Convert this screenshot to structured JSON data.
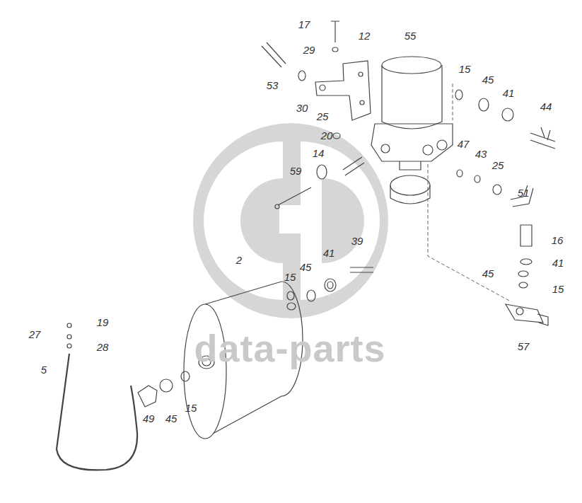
{
  "diagram": {
    "labels": [
      "17",
      "12",
      "55",
      "29",
      "53",
      "15",
      "45",
      "41",
      "44",
      "30",
      "25",
      "20",
      "47",
      "43",
      "25",
      "51",
      "14",
      "59",
      "39",
      "16",
      "41",
      "2",
      "45",
      "41",
      "15",
      "45",
      "15",
      "19",
      "27",
      "28",
      "5",
      "57",
      "49",
      "45",
      "15",
      "data-parts"
    ]
  }
}
